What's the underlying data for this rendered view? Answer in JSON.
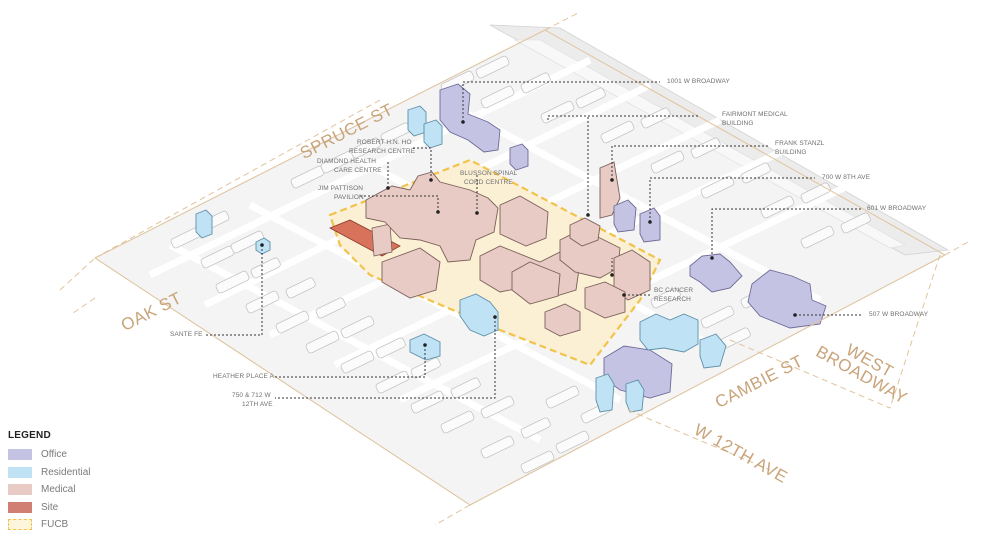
{
  "colors": {
    "office": "#c5c3e4",
    "office_stroke": "#6e6a97",
    "residential": "#bfe3f5",
    "residential_stroke": "#5f8ea8",
    "medical": "#e8cbc4",
    "medical_stroke": "#7b5f5a",
    "site": "#d9725a",
    "fucb_fill": "#fbf0d4",
    "fucb_border": "#f2c34b",
    "street_label": "#c9a47a",
    "street_line": "#e0c39c",
    "context_building": "#f7f7f7",
    "context_stroke": "#bdbdbd",
    "leader": "#333333"
  },
  "streets": {
    "spruce": "SPRUCE ST",
    "oak": "OAK ST",
    "west_broadway_1": "WEST",
    "west_broadway_2": "BROADWAY",
    "cambie": "CAMBIE ST",
    "w12th": "W 12TH AVE"
  },
  "callouts": {
    "w1001_broadway": "1001 W BROADWAY",
    "fairmont_1": "FAIRMONT MEDICAL",
    "fairmont_2": "BUILDING",
    "stanzl_1": "FRANK STANZL",
    "stanzl_2": "BUILDING",
    "w700_8th": "700 W 8TH AVE",
    "w601_broadway": "601 W BROADWAY",
    "w507_broadway": "507 W BROADWAY",
    "bc_cancer_1": "BC CANCER",
    "bc_cancer_2": "RESEARCH",
    "robert_ho_1": "ROBERT H.N. HO",
    "robert_ho_2": "RESEARCH CENTRE",
    "diamond_1": "DIAMOND HEALTH",
    "diamond_2": "CARE CENTRE",
    "pattison_1": "JIM PATTISON",
    "pattison_2": "PAVILION",
    "blusson_1": "BLUSSON SPINAL",
    "blusson_2": "CORD CENTRE",
    "sante_fe": "SANTE FE",
    "heather_place": "HEATHER PLACE A",
    "w750_712_1": "750 & 712 W",
    "w750_712_2": "12TH AVE"
  },
  "legend": {
    "title": "LEGEND",
    "items": [
      {
        "label": "Office",
        "key": "office"
      },
      {
        "label": "Residential",
        "key": "residential"
      },
      {
        "label": "Medical",
        "key": "medical"
      },
      {
        "label": "Site",
        "key": "site"
      },
      {
        "label": "FUCB",
        "key": "fucb"
      }
    ]
  }
}
